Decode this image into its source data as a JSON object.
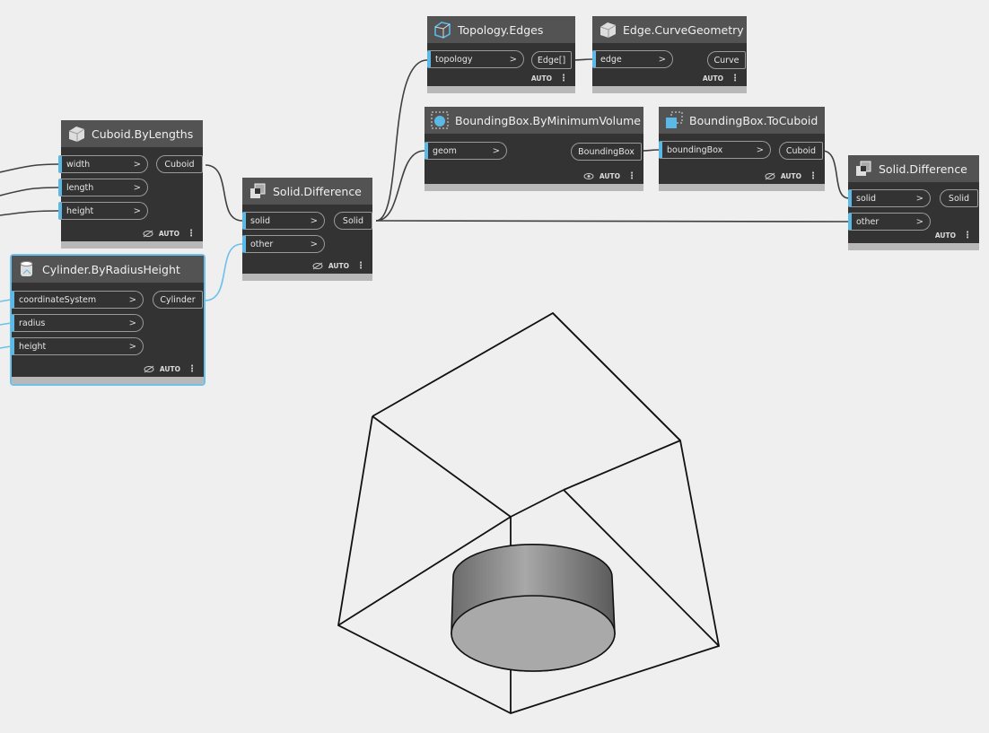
{
  "footer_text": "AUTO",
  "nodes": {
    "cuboid": {
      "title": "Cuboid.ByLengths",
      "inputs": [
        "width",
        "length",
        "height"
      ],
      "output": "Cuboid"
    },
    "cylinder": {
      "title": "Cylinder.ByRadiusHeight",
      "inputs": [
        "coordinateSystem",
        "radius",
        "height"
      ],
      "output": "Cylinder"
    },
    "solid_diff_1": {
      "title": "Solid.Difference",
      "inputs": [
        "solid",
        "other"
      ],
      "output": "Solid"
    },
    "topology_edges": {
      "title": "Topology.Edges",
      "inputs": [
        "topology"
      ],
      "output": "Edge[]"
    },
    "edge_curve": {
      "title": "Edge.CurveGeometry",
      "inputs": [
        "edge"
      ],
      "output": "Curve"
    },
    "bbox_minvol": {
      "title": "BoundingBox.ByMinimumVolume",
      "inputs": [
        "geom"
      ],
      "output": "BoundingBox"
    },
    "bbox_tocuboid": {
      "title": "BoundingBox.ToCuboid",
      "inputs": [
        "boundingBox"
      ],
      "output": "Cuboid"
    },
    "solid_diff_2": {
      "title": "Solid.Difference",
      "inputs": [
        "solid",
        "other"
      ],
      "output": "Solid"
    }
  },
  "colors": {
    "canvas": "#efefef",
    "node_body": "#333333",
    "node_header": "#535353",
    "port_accent": "#5cb8e4",
    "selection": "#6cc1e8",
    "wire": "#3a3a3a"
  },
  "icons": [
    "cuboid-icon",
    "cylinder-icon",
    "solid-difference-icon",
    "topology-edges-icon",
    "edge-curve-icon",
    "bounding-box-icon",
    "to-cuboid-icon",
    "preview-visibility-icon",
    "node-menu-icon"
  ]
}
